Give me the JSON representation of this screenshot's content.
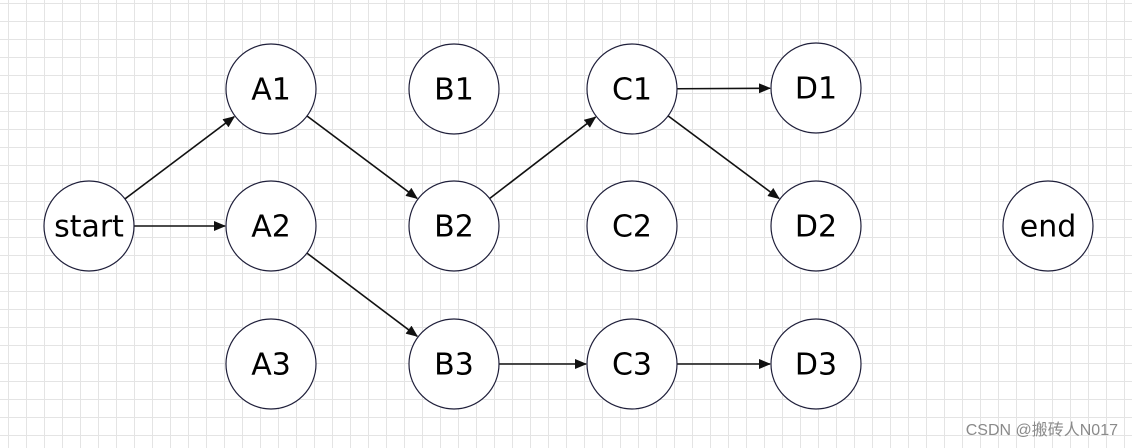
{
  "nodes": [
    {
      "id": "start",
      "label": "start"
    },
    {
      "id": "A1",
      "label": "A1"
    },
    {
      "id": "A2",
      "label": "A2"
    },
    {
      "id": "A3",
      "label": "A3"
    },
    {
      "id": "B1",
      "label": "B1"
    },
    {
      "id": "B2",
      "label": "B2"
    },
    {
      "id": "B3",
      "label": "B3"
    },
    {
      "id": "C1",
      "label": "C1"
    },
    {
      "id": "C2",
      "label": "C2"
    },
    {
      "id": "C3",
      "label": "C3"
    },
    {
      "id": "D1",
      "label": "D1"
    },
    {
      "id": "D2",
      "label": "D2"
    },
    {
      "id": "D3",
      "label": "D3"
    },
    {
      "id": "end",
      "label": "end"
    }
  ],
  "edges": [
    {
      "from": "start",
      "to": "A1"
    },
    {
      "from": "start",
      "to": "A2"
    },
    {
      "from": "A1",
      "to": "B2"
    },
    {
      "from": "A2",
      "to": "B3"
    },
    {
      "from": "B2",
      "to": "C1"
    },
    {
      "from": "B3",
      "to": "C3"
    },
    {
      "from": "C1",
      "to": "D1"
    },
    {
      "from": "C1",
      "to": "D2"
    },
    {
      "from": "C3",
      "to": "D3"
    }
  ],
  "watermark": "CSDN @搬砖人N017"
}
